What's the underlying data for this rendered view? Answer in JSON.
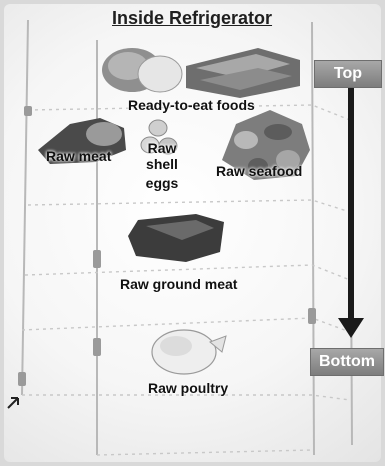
{
  "title": "Inside Refrigerator",
  "items": {
    "ready_to_eat": "Ready-to-eat foods",
    "raw_meat": "Raw meat",
    "raw_shell_eggs_line1": "Raw shell",
    "raw_shell_eggs_line2": "eggs",
    "raw_seafood": "Raw seafood",
    "raw_ground_meat": "Raw ground meat",
    "raw_poultry": "Raw poultry"
  },
  "scale": {
    "top": "Top",
    "bottom": "Bottom"
  },
  "colors": {
    "badge": "#8c8c8c",
    "arrow": "#1a1a1a",
    "shelf": "#bfbfbf"
  }
}
